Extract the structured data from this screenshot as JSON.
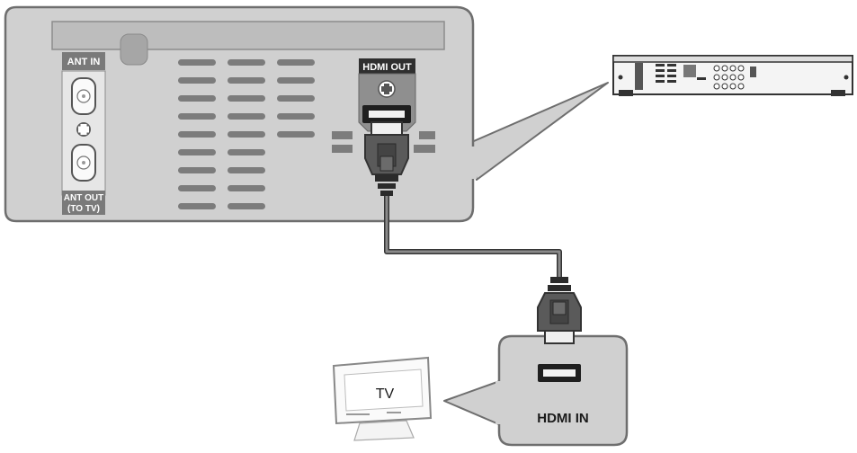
{
  "labels": {
    "ant_in": "ANT IN",
    "ant_out_line1": "ANT OUT",
    "ant_out_line2": "(TO TV)",
    "hdmi_out": "HDMI OUT",
    "hdmi_in": "HDMI IN",
    "tv": "TV"
  },
  "colors": {
    "panel_fill": "#d0d0d0",
    "panel_stroke": "#6e6e6e",
    "strip_fill": "#bdbdbd",
    "dark_label": "#7a7a7a",
    "cable": "#6a6a6a",
    "plug_fill": "#5a5a5a",
    "plug_body": "#444444",
    "vent": "#7c7c7c"
  }
}
